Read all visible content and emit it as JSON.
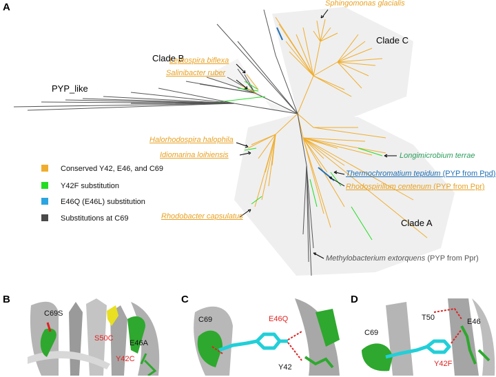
{
  "panels": {
    "a": "A",
    "b": "B",
    "c": "C",
    "d": "D"
  },
  "clades": {
    "a": "Clade A",
    "b": "Clade B",
    "c": "Clade C",
    "pyp_like": "PYP_like"
  },
  "species": [
    {
      "name": "Sphingomonas glacialis",
      "suffix": ""
    },
    {
      "name": "Leptospira biflexa",
      "suffix": ""
    },
    {
      "name": "Salinibacter ruber",
      "suffix": ""
    },
    {
      "name": "Halorhodospira halophila",
      "suffix": ""
    },
    {
      "name": "Idiomarina loihiensis",
      "suffix": ""
    },
    {
      "name": "Longimicrobium terrae",
      "suffix": ""
    },
    {
      "name": "Thermochromatium tepidum",
      "suffix": " (PYP from Ppd)"
    },
    {
      "name": "Rhodospirillum centenum",
      "suffix": " (PYP from Ppr)"
    },
    {
      "name": "Rhodobacter capsulatus",
      "suffix": ""
    },
    {
      "name": "Methylobacterium extorquens",
      "suffix": " (PYP from Ppr)"
    }
  ],
  "legend": [
    {
      "label": "Conserved Y42, E46, and C69",
      "color": "#f0ad2c"
    },
    {
      "label": "Y42F substitution",
      "color": "#22dd22"
    },
    {
      "label": "E46Q (E46L) substitution",
      "color": "#2aa5e0"
    },
    {
      "label": "Substitutions at C69",
      "color": "#4a4a4a"
    }
  ],
  "structures": {
    "b": [
      "C69S",
      "S50C",
      "E46A",
      "Y42C"
    ],
    "c": [
      "C69",
      "E46Q",
      "Y42"
    ],
    "d": [
      "C69",
      "T50",
      "E46",
      "Y42F"
    ]
  },
  "colors": {
    "conserved": "#f0ad2c",
    "y42f": "#22dd22",
    "e46q": "#2aa5e0",
    "c69": "#4a4a4a",
    "label_red": "#e02020"
  }
}
